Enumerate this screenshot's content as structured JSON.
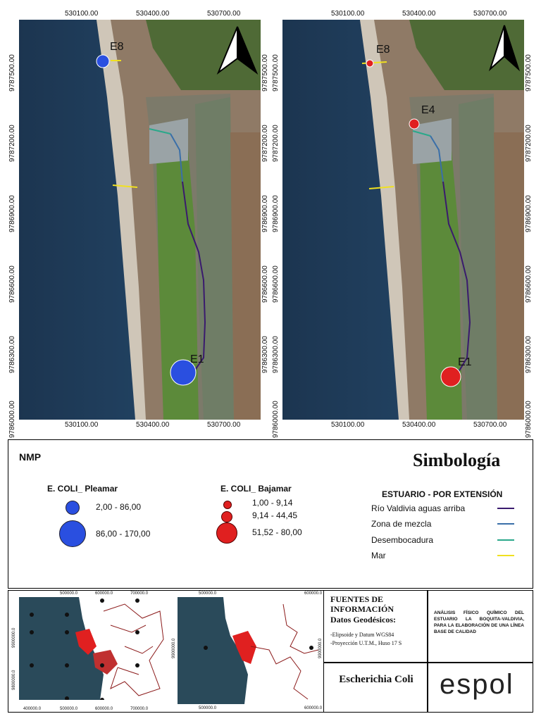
{
  "maps": [
    {
      "id": "left",
      "x_ticks": [
        "530100.00",
        "530400.00",
        "530700.00"
      ],
      "y_ticks": [
        "9787500.00",
        "9787200.00",
        "9786900.00",
        "9786600.00",
        "9786300.00",
        "9786000.00"
      ],
      "stations": [
        {
          "name": "E8",
          "color": "#2a4fe0"
        },
        {
          "name": "E1",
          "color": "#2a4fe0"
        }
      ]
    },
    {
      "id": "right",
      "x_ticks": [
        "530100.00",
        "530400.00",
        "530700.00"
      ],
      "y_ticks": [
        "9787500.00",
        "9787200.00",
        "9786900.00",
        "9786600.00",
        "9786300.00",
        "9786000.00"
      ],
      "stations": [
        {
          "name": "E8",
          "color": "#e02020"
        },
        {
          "name": "E4",
          "color": "#e02020"
        },
        {
          "name": "E1",
          "color": "#e02020"
        }
      ]
    }
  ],
  "legend": {
    "nmp": "NMP",
    "title": "Simbología",
    "pleamar": {
      "title": "E. COLI_ Pleamar",
      "color": "#2a4fe0",
      "classes": [
        "2,00 - 86,00",
        "86,00 - 170,00"
      ]
    },
    "bajamar": {
      "title": "E. COLI_ Bajamar",
      "color": "#e02020",
      "classes": [
        "1,00 - 9,14",
        "9,14 - 44,45",
        "51,52 - 80,00"
      ]
    },
    "estuario": {
      "title": "ESTUARIO - POR EXTENSIÓN",
      "items": [
        {
          "label": "Río Valdivia aguas arriba",
          "color": "#3a1a6e"
        },
        {
          "label": "Zona de mezcla",
          "color": "#3a6fa8"
        },
        {
          "label": "Desembocadura",
          "color": "#2aa88a"
        },
        {
          "label": "Mar",
          "color": "#f0e020"
        }
      ]
    }
  },
  "inset1": {
    "x_ticks": [
      "400000.0",
      "500000.0",
      "600000.0",
      "700000.0"
    ],
    "y_ticks": [
      "9900000.0",
      "9800000.0"
    ]
  },
  "inset2": {
    "x_ticks": [
      "500000.0",
      "600000.0"
    ],
    "y_ticks": [
      "9900000.0"
    ]
  },
  "sources": {
    "title": "FUENTES DE INFORMACIÓN",
    "subtitle": "Datos Geodésicos:",
    "line1": "-Elipsoide y Datum WGS84",
    "line2": "-Proyección U.T.M., Huso 17 S"
  },
  "project_title": "ANÁLISIS FÍSICO QUÍMICO DEL ESTUARIO LA BOQUITA-VALDIVIA, PARA LA ELABORACIÓN DE UNA LÍNEA BASE DE CALIDAD",
  "parameter": "Escherichia Coli",
  "logo": "espol"
}
